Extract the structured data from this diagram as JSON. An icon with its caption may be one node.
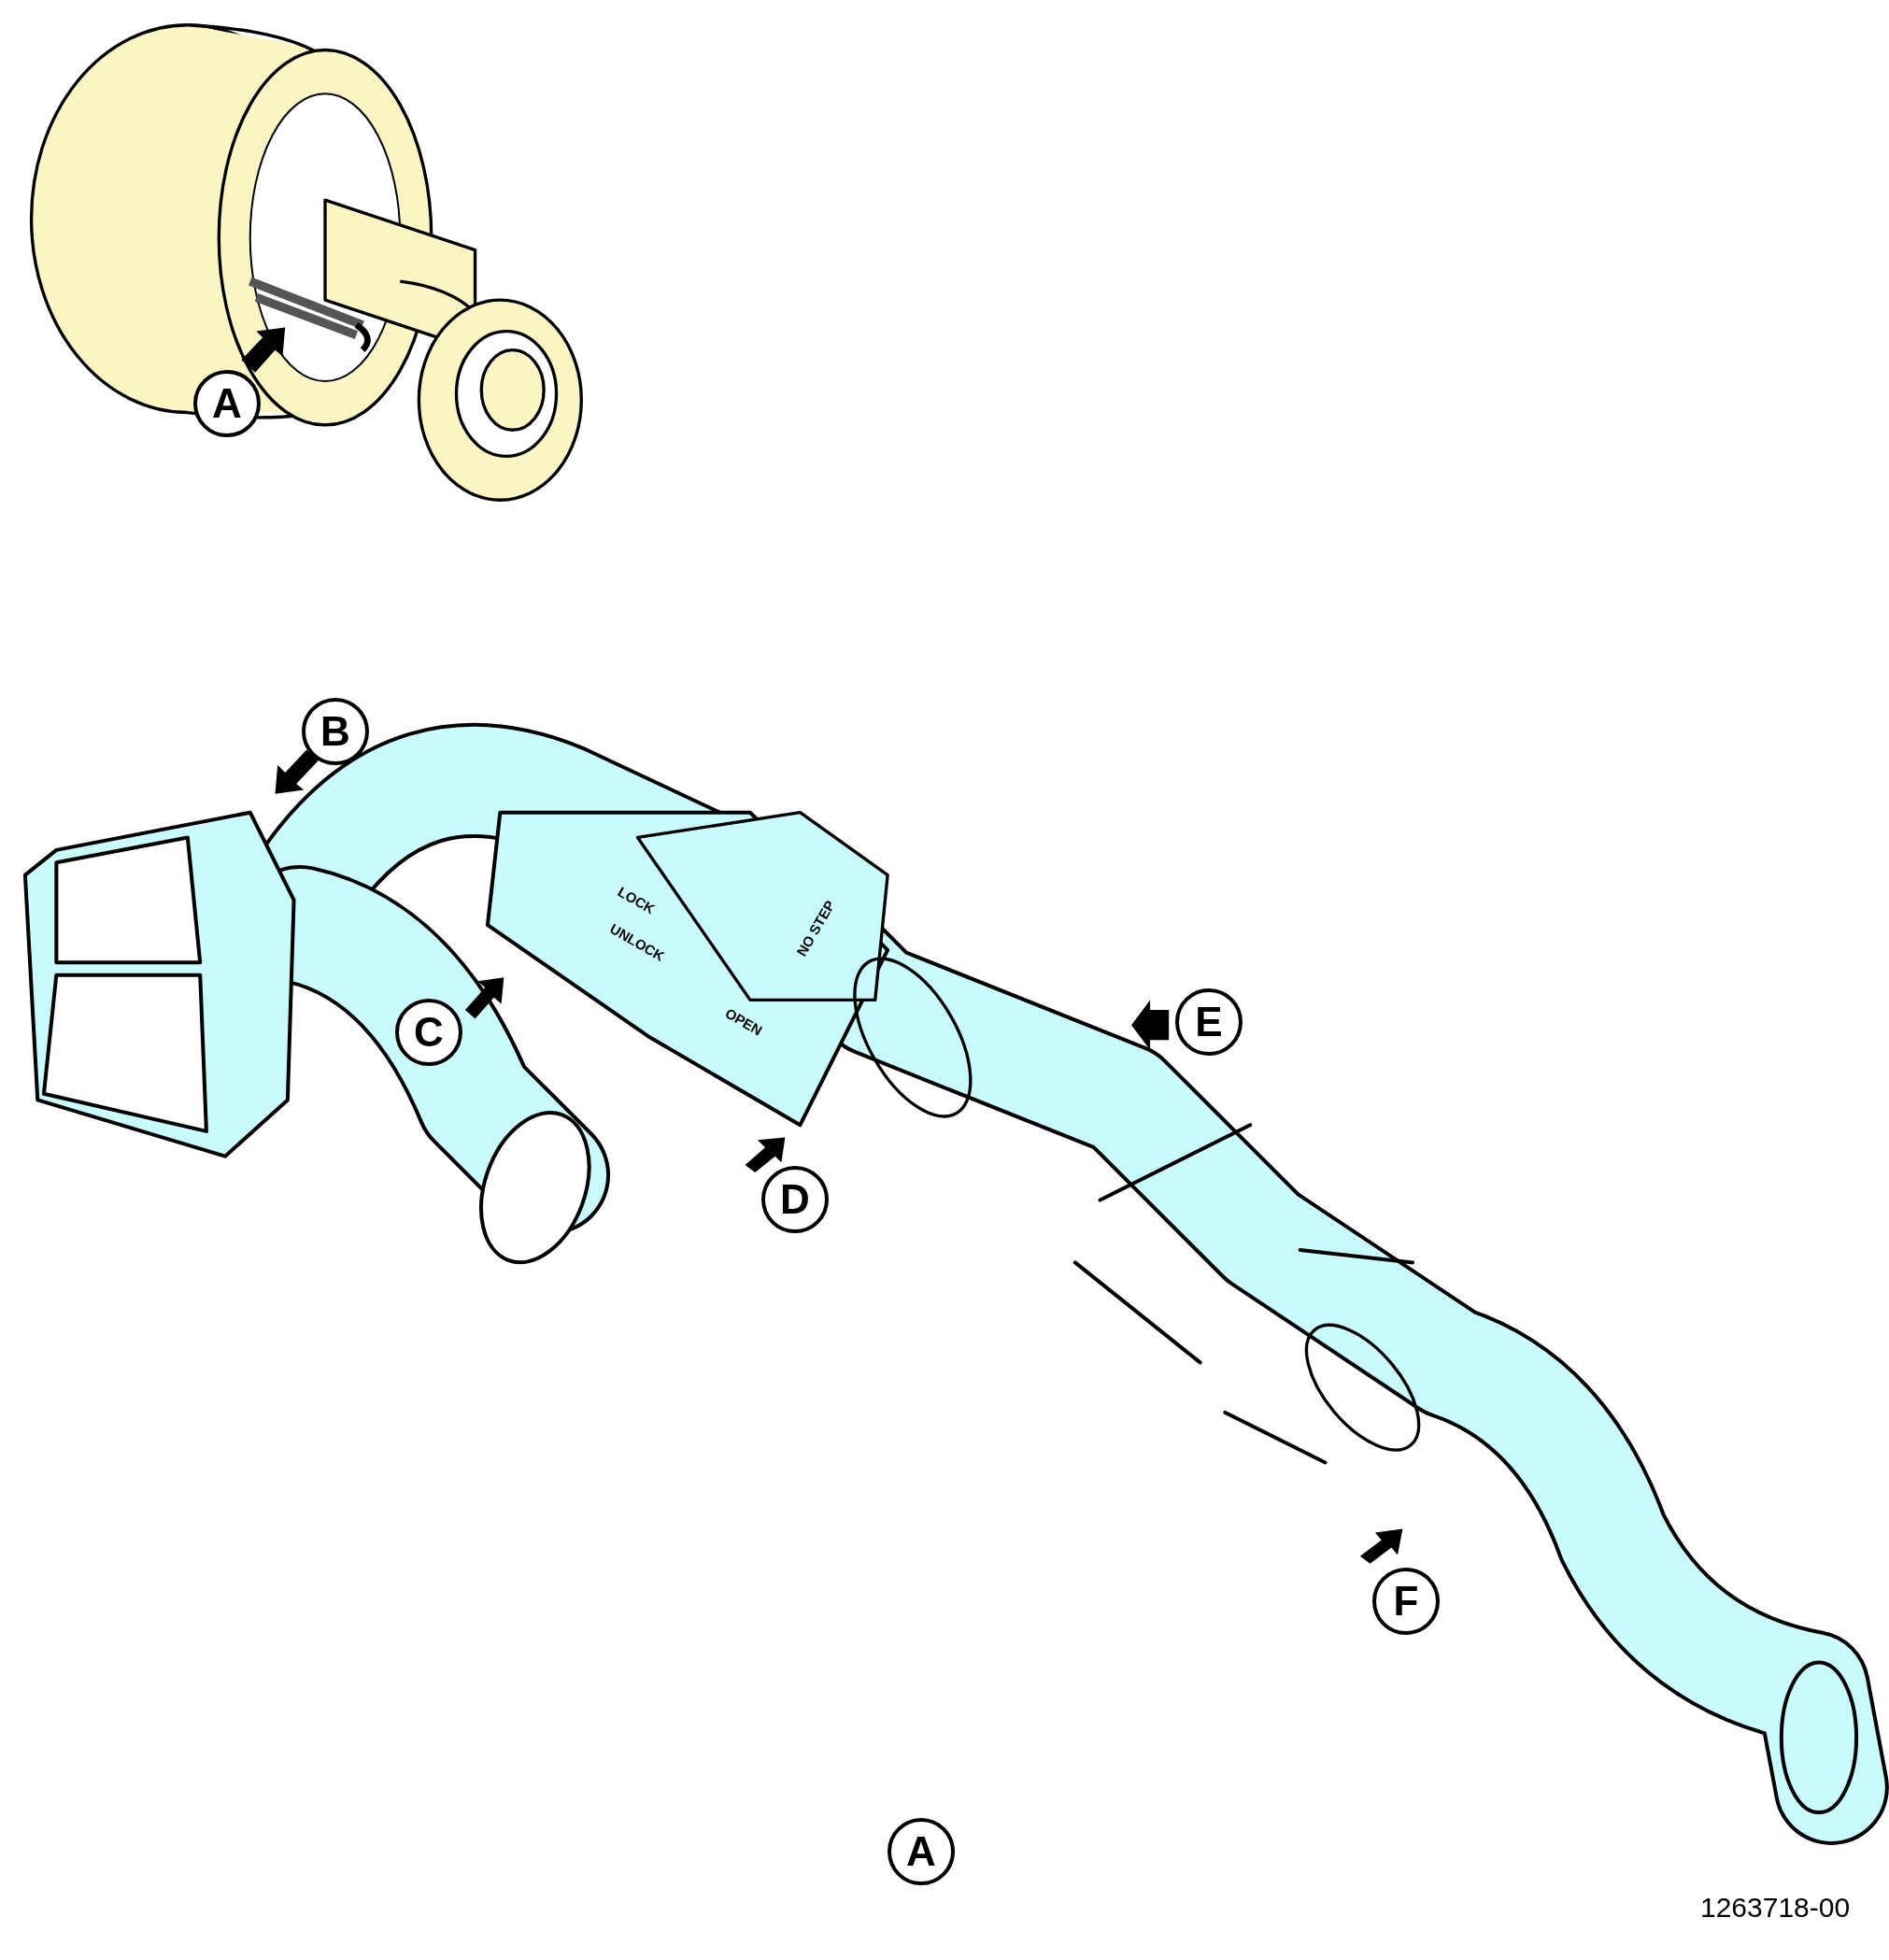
{
  "diagram": {
    "labels": [
      "A",
      "B",
      "LOCK",
      "NO STEP",
      "UNLOCK",
      "OPEN",
      "E",
      "C",
      "D",
      "F",
      "A",
      "1263718-00"
    ]
  }
}
